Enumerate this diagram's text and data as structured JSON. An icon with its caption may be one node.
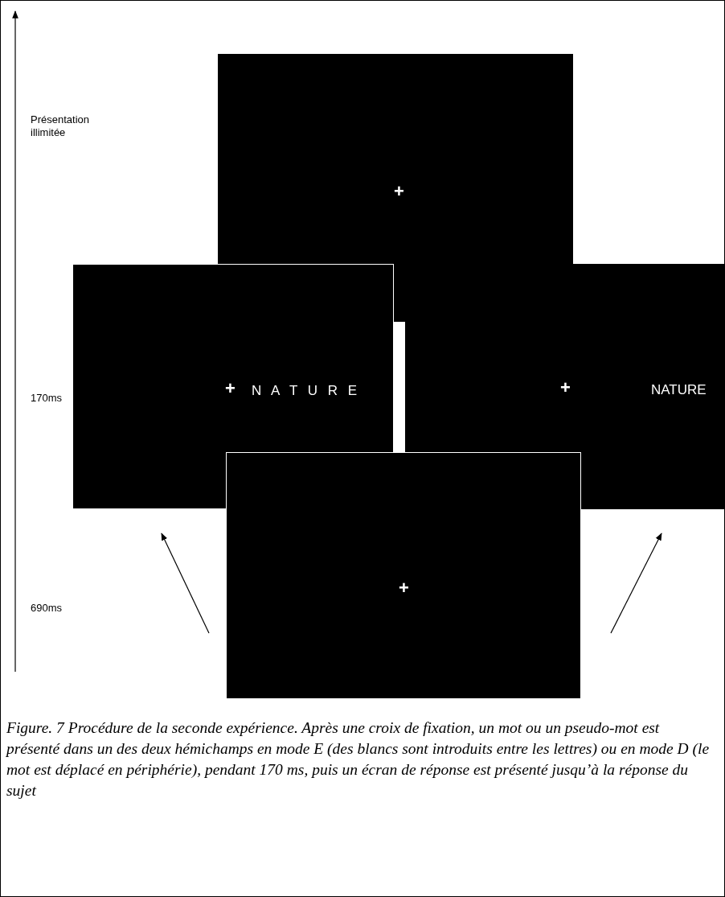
{
  "diagram": {
    "caption": "Figure. 7 Procédure de la seconde expérience. Après une croix de fixation, un mot ou un pseudo-mot est présenté dans un des deux hémichamps en mode E (des blancs sont introduits entre les lettres) ou en mode D (le mot est déplacé en périphérie), pendant 170 ms, puis un écran de réponse est présenté jusqu’à la réponse du sujet",
    "nodes": [
      {
        "text": [
          "+"
        ]
      },
      {
        "text": [
          "+",
          "N A T U R E"
        ]
      },
      {
        "text": [
          "+",
          "NATURE"
        ]
      },
      {
        "text": [
          "+"
        ]
      }
    ],
    "edges": [
      {
        "from": 3,
        "to": 1,
        "arrow": "to"
      },
      {
        "from": 3,
        "to": 2,
        "arrow": "to"
      }
    ],
    "labels": [
      "Présentation illimitée",
      "170ms",
      "690ms"
    ]
  }
}
